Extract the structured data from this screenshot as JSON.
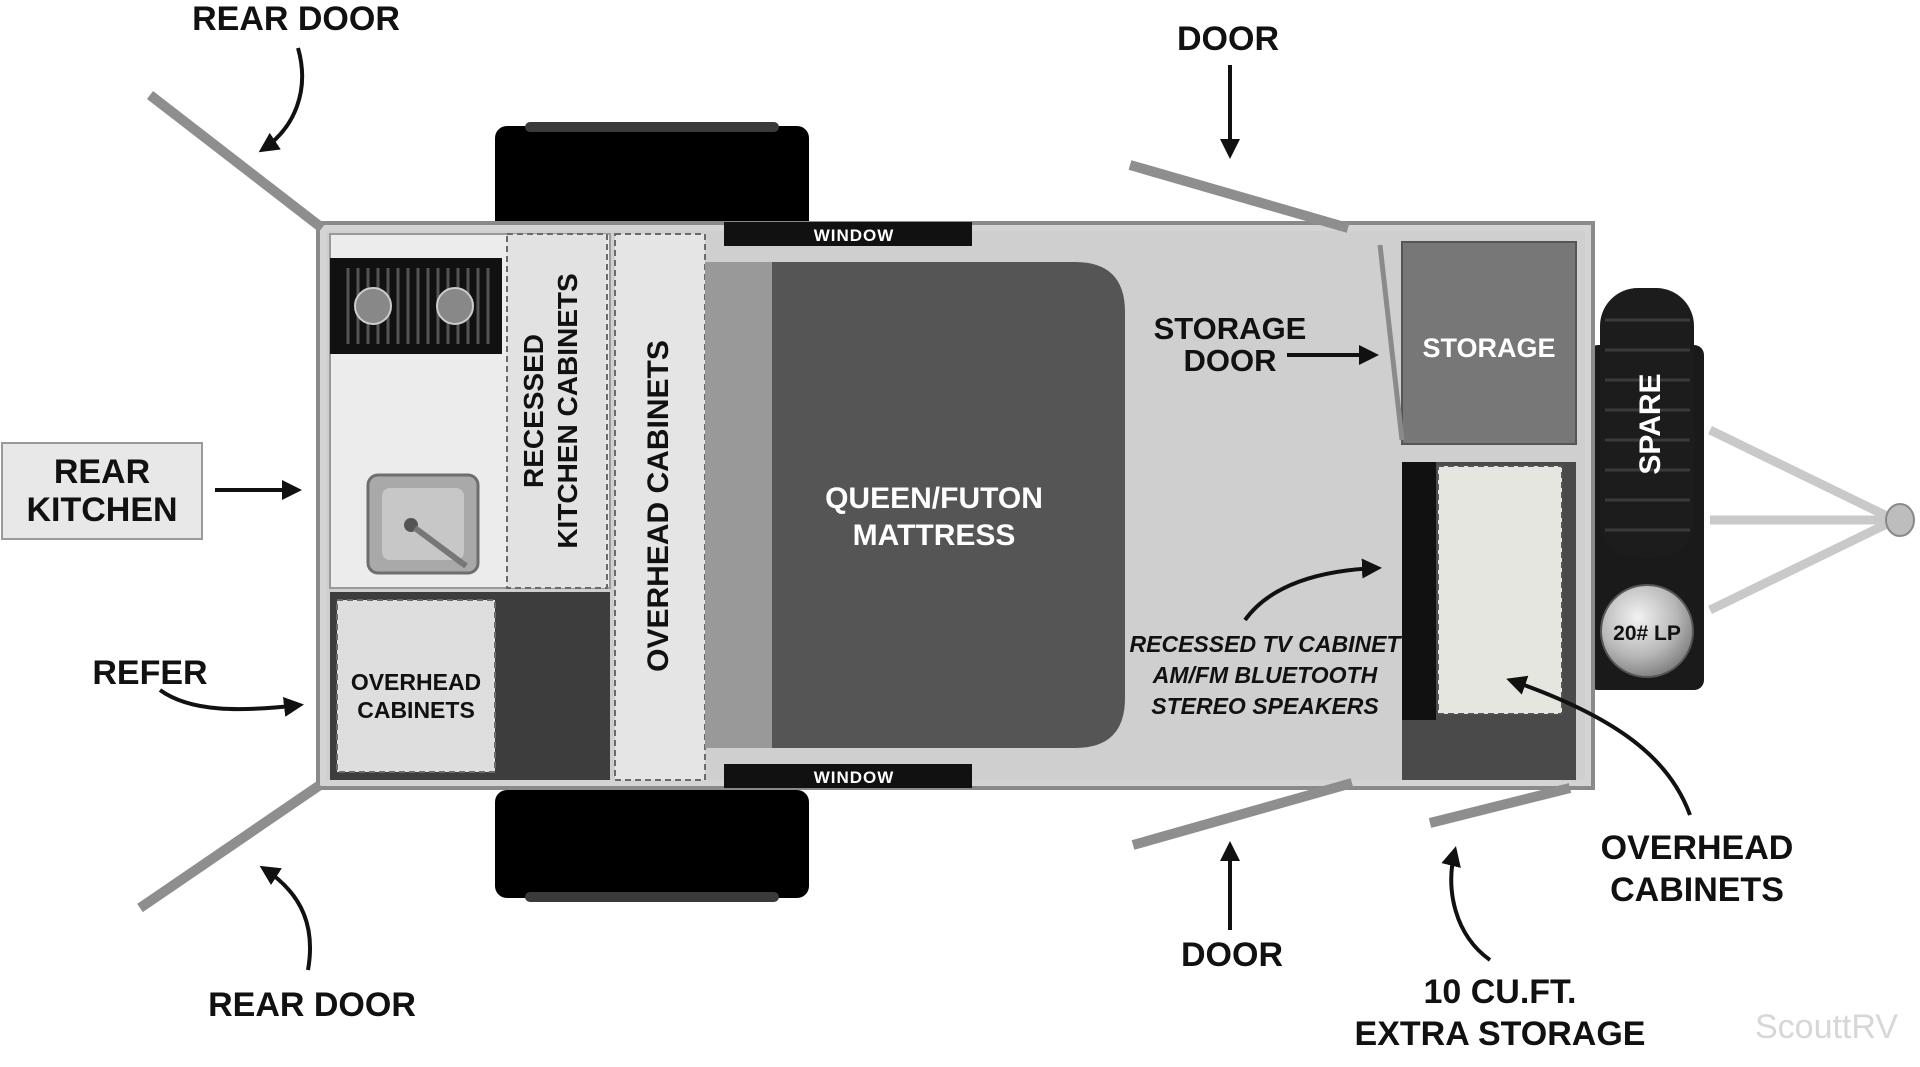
{
  "labels": {
    "rear_door_top": "REAR DOOR",
    "rear_door_bottom": "REAR DOOR",
    "door_top": "DOOR",
    "door_bottom": "DOOR",
    "rear_kitchen_1": "REAR",
    "rear_kitchen_2": "KITCHEN",
    "refer": "REFER",
    "recessed_kitchen_1": "RECESSED",
    "recessed_kitchen_2": "KITCHEN CABINETS",
    "overhead_vertical": "OVERHEAD CABINETS",
    "overhead_small_1": "OVERHEAD",
    "overhead_small_2": "CABINETS",
    "window_top": "WINDOW",
    "window_bottom": "WINDOW",
    "mattress_1": "QUEEN/FUTON",
    "mattress_2": "MATTRESS",
    "storage_door_1": "STORAGE",
    "storage_door_2": "DOOR",
    "storage": "STORAGE",
    "spare": "SPARE",
    "lp_tank": "20# LP",
    "tv_cabinet_1": "RECESSED TV CABINET",
    "tv_cabinet_2": "AM/FM BLUETOOTH",
    "tv_cabinet_3": "STEREO SPEAKERS",
    "overhead_right_1": "OVERHEAD",
    "overhead_right_2": "CABINETS",
    "extra_storage_1": "10 CU.FT.",
    "extra_storage_2": "EXTRA STORAGE",
    "watermark": "ScouttRV"
  }
}
